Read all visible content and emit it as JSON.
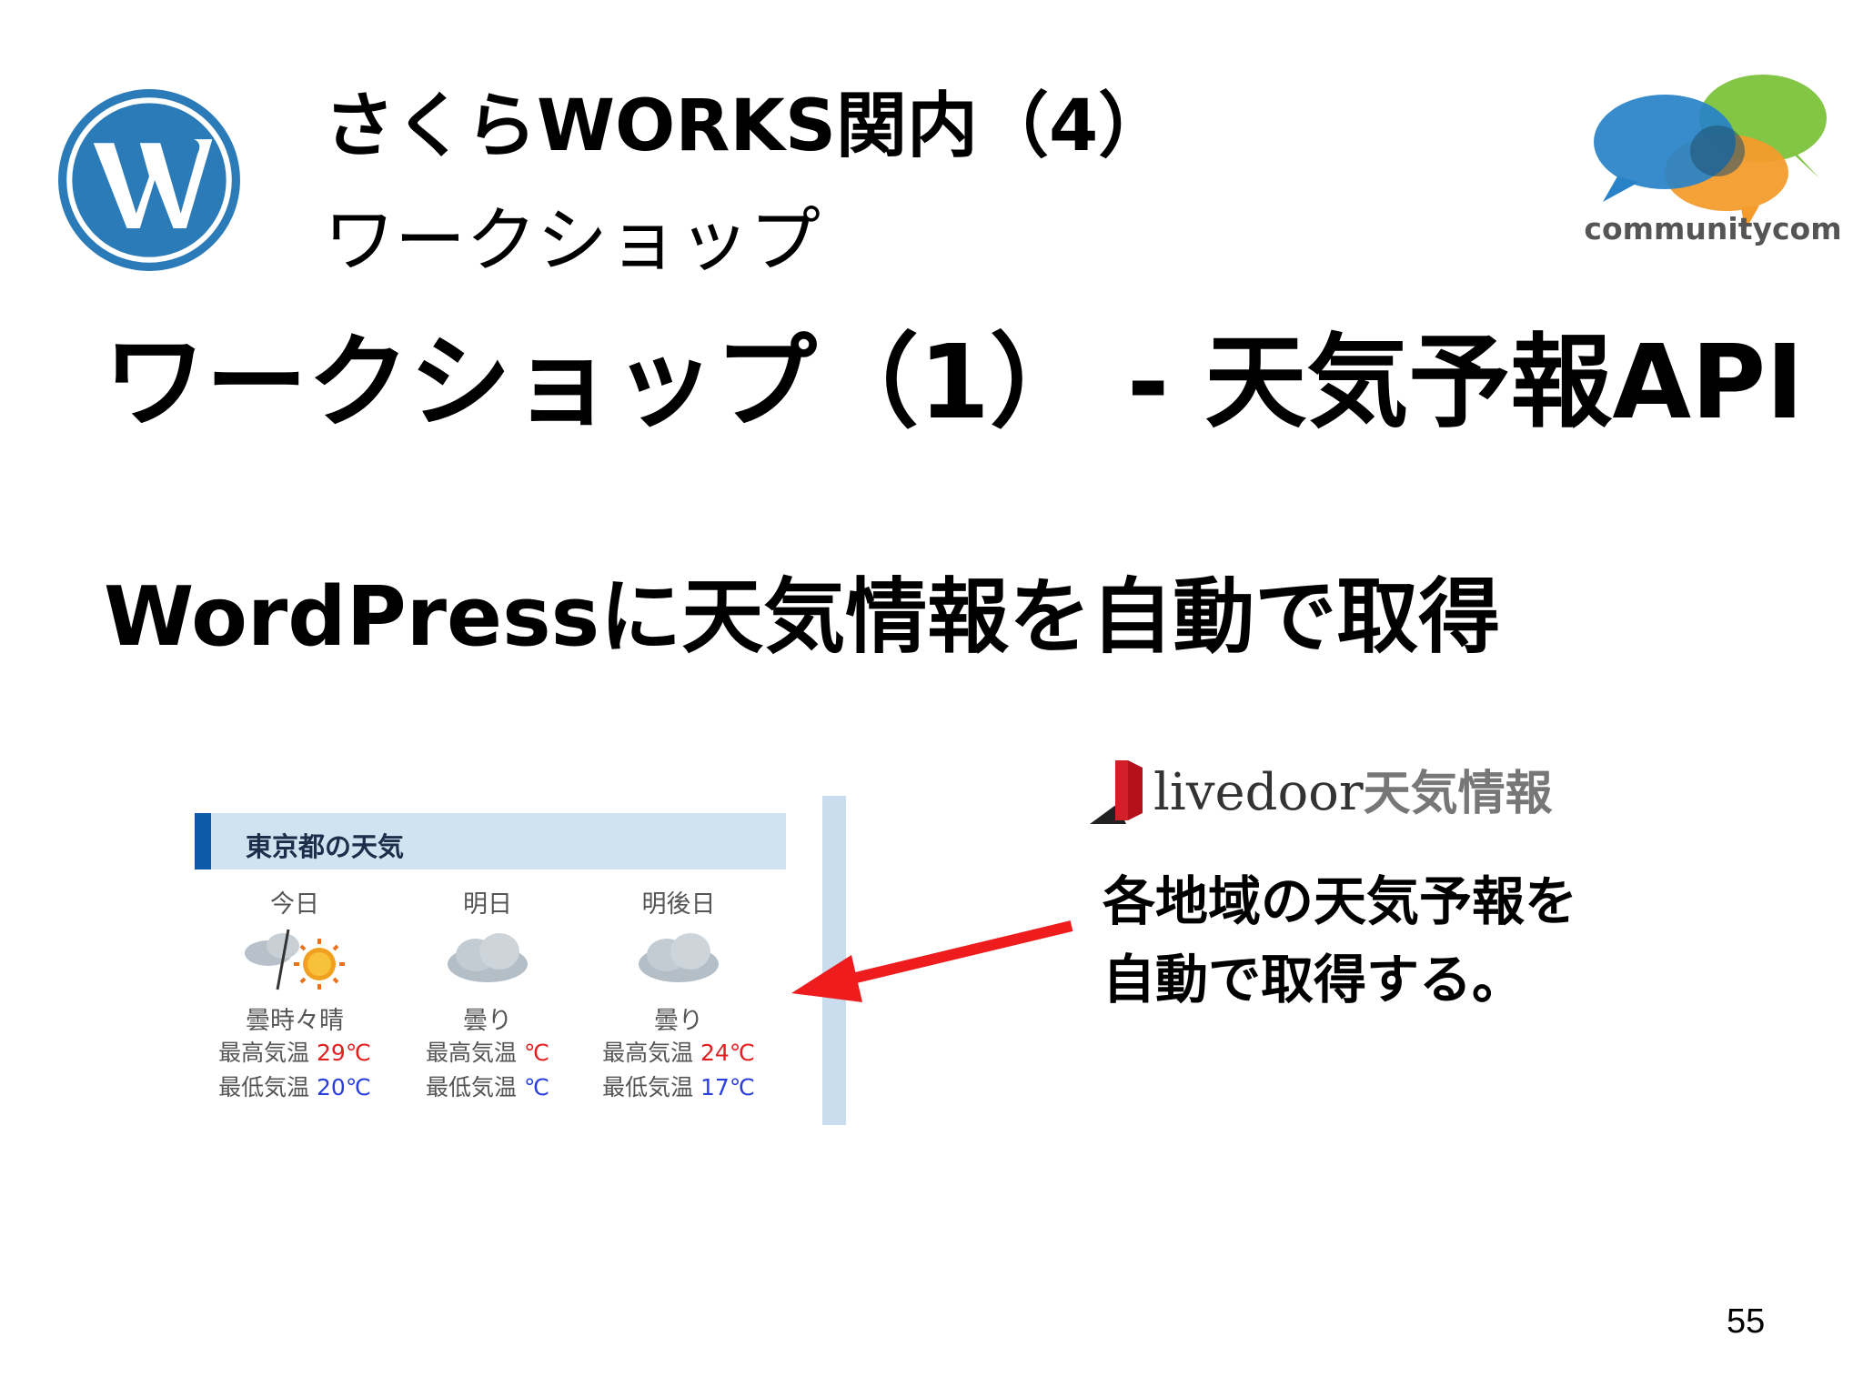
{
  "header": {
    "line1": "さくらWORKS関内（4）",
    "line2": "ワークショップ"
  },
  "logos": {
    "wordpress": "wordpress-logo",
    "communitycom_text": "communitycom",
    "livedoor_text": "livedoor",
    "livedoor_jp": "天気情報"
  },
  "slide": {
    "title": "ワークショップ（1） - 天気予報API",
    "subtitle": "WordPressに天気情報を自動で取得"
  },
  "widget": {
    "title": "東京都の天気",
    "days": [
      {
        "label": "今日",
        "icon": "cloudy-then-sunny-icon",
        "desc": "曇時々晴",
        "high_label": "最高気温",
        "high": "29℃",
        "low_label": "最低気温",
        "low": "20℃"
      },
      {
        "label": "明日",
        "icon": "cloudy-icon",
        "desc": "曇り",
        "high_label": "最高気温",
        "high": "℃",
        "low_label": "最低気温",
        "low": "℃"
      },
      {
        "label": "明後日",
        "icon": "cloudy-icon",
        "desc": "曇り",
        "high_label": "最高気温",
        "high": "24℃",
        "low_label": "最低気温",
        "low": "17℃"
      }
    ]
  },
  "description": {
    "line1": "各地域の天気予報を",
    "line2": "自動で取得する。"
  },
  "colors": {
    "widget_accent": "#0b5aa8",
    "widget_header_bg": "#cfe3f1",
    "temp_high": "#e32020",
    "temp_low": "#2a3ee0",
    "arrow": "#ee1c1c"
  },
  "page_number": "55"
}
